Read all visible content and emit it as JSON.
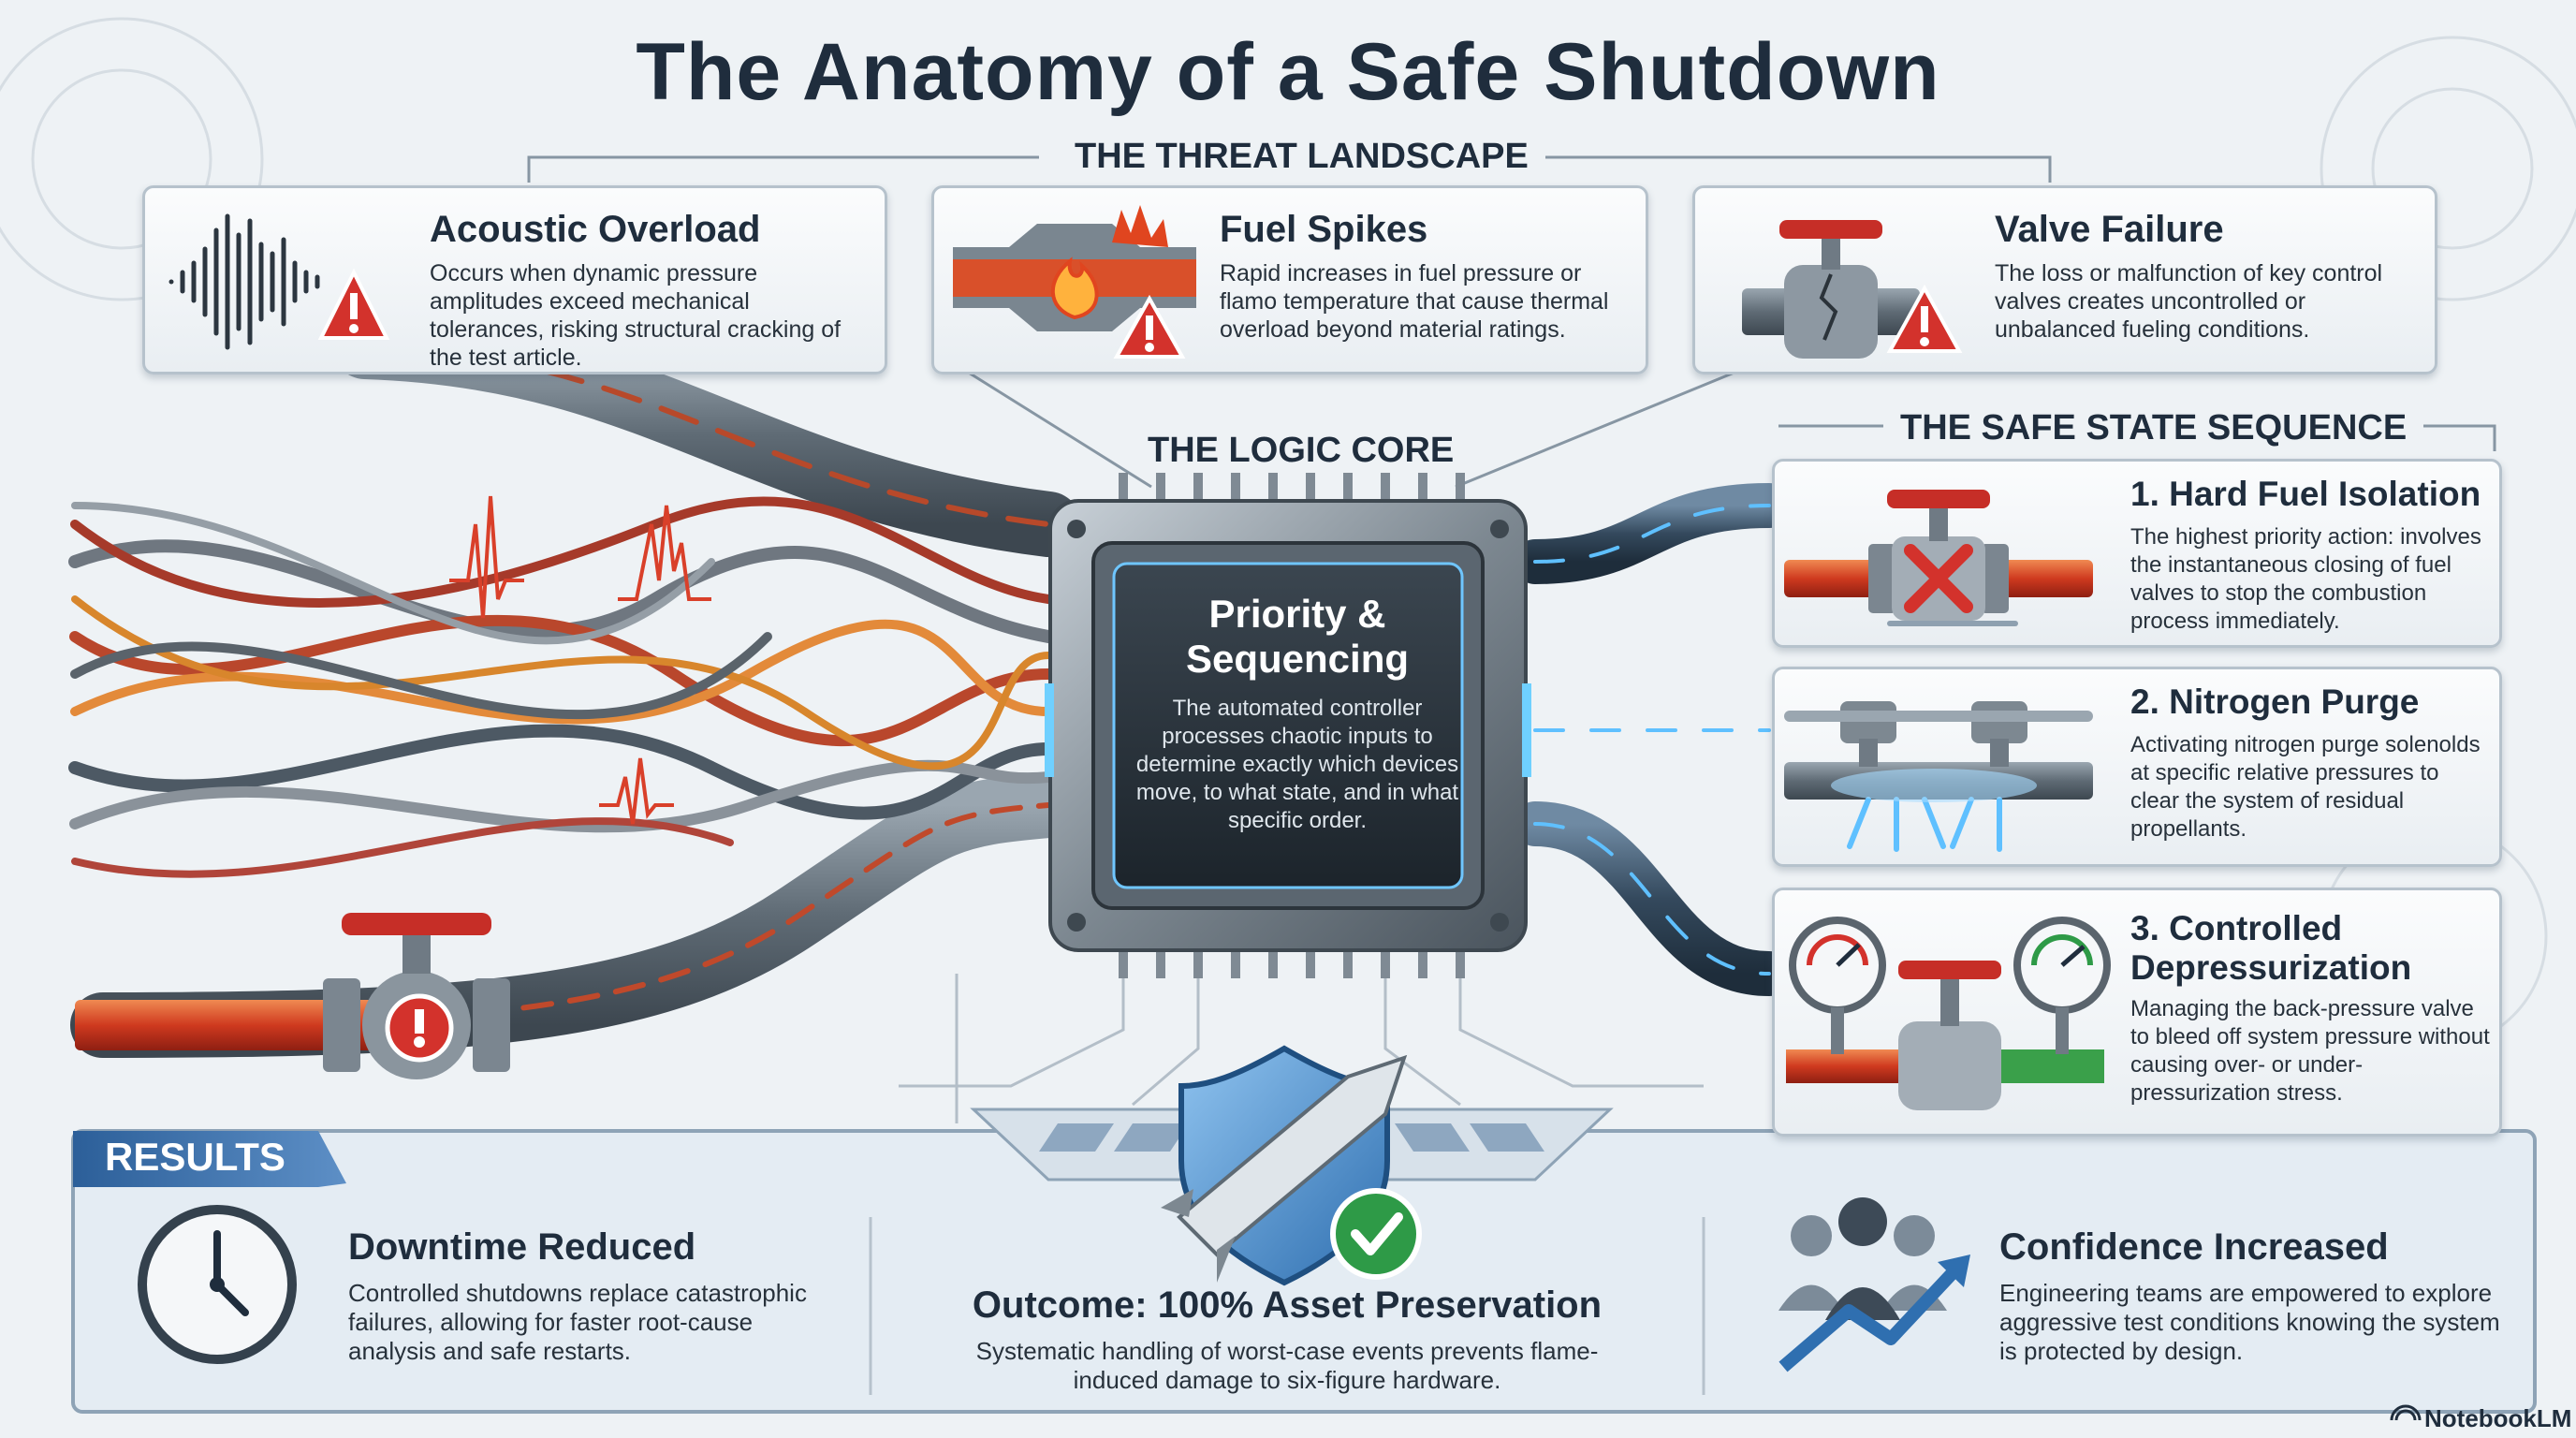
{
  "title": "The Anatomy of a Safe Shutdown",
  "sections": {
    "threat": "THE THREAT LANDSCAPE",
    "logic": "THE LOGIC CORE",
    "sequence": "THE SAFE STATE SEQUENCE",
    "results": "RESULTS"
  },
  "threats": [
    {
      "title": "Acoustic Overload",
      "desc": "Occurs when dynamic pressure amplitudes exceed mechanical tolerances, risking structural cracking of the test article."
    },
    {
      "title": "Fuel Spikes",
      "desc": "Rapid increases in fuel pressure or flamo temperature that cause thermal overload beyond material ratings."
    },
    {
      "title": "Valve Failure",
      "desc": "The loss or malfunction of key control valves creates uncontrolled or unbalanced fueling conditions."
    }
  ],
  "core": {
    "title": "Priority & Sequencing",
    "desc": "The automated controller processes chaotic inputs to determine exactly which devices move, to what state, and in what specific order."
  },
  "steps": [
    {
      "title": "1. Hard Fuel Isolation",
      "desc": "The highest priority action: involves the instantaneous closing of fuel valves to stop the combustion process immediately."
    },
    {
      "title": "2. Nitrogen Purge",
      "desc": "Activating nitrogen purge solenolds at specific relative pressures to clear the system of residual propellants."
    },
    {
      "title": "3. Controlled Depressurization",
      "desc": "Managing the back-pressure valve to bleed off system pressure without causing over- or under-pressurization stress."
    }
  ],
  "results": [
    {
      "title": "Downtime Reduced",
      "desc": "Controlled shutdowns replace catastrophic failures, allowing for faster root-cause analysis and safe restarts."
    },
    {
      "title": "Outcome: 100% Asset Preservation",
      "desc": "Systematic handling of worst-case events prevents flame-induced damage to six-figure hardware."
    },
    {
      "title": "Confidence Increased",
      "desc": "Engineering teams are empowered to explore aggressive test conditions knowing the system is protected by design."
    }
  ],
  "brand": "NotebookLM",
  "colors": {
    "accent_blue": "#2f6fb0",
    "danger_red": "#d3322c",
    "ok_green": "#2e9a47",
    "navy": "#1f2d3d"
  }
}
